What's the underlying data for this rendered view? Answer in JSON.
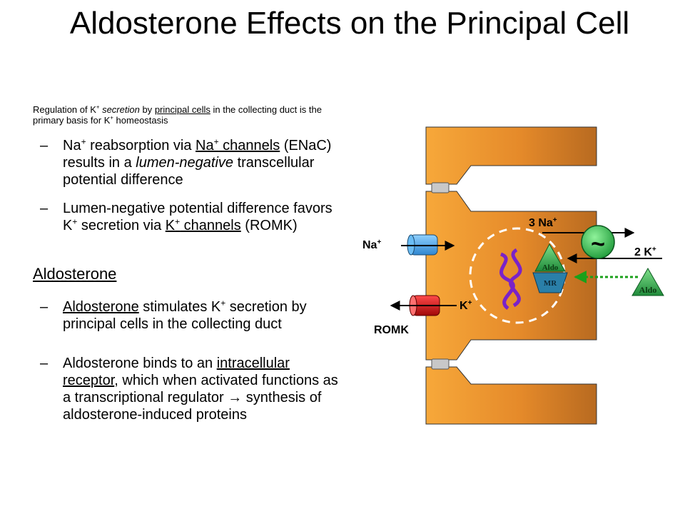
{
  "title": "Aldosterone Effects on the Principal Cell",
  "intro": {
    "p1": "Regulation of K",
    "sup1": "+",
    "p2": " secretion",
    "p3": " by ",
    "p4": "principal cells",
    "p5": " in the collecting duct is the primary basis for K",
    "sup2": "+",
    "p6": " homeostasis"
  },
  "bullet1": {
    "dash": "–",
    "p1": "Na",
    "s1": "+",
    "p2": " reabsorption via ",
    "p3": "Na",
    "s2": "+",
    "p4": " channels",
    "p5": " (ENaC) results in a ",
    "p6": "lumen-negative",
    "p7": " transcellular potential difference"
  },
  "bullet2": {
    "dash": "–",
    "p1": "Lumen-negative potential difference favors K",
    "s1": "+",
    "p2": " secretion via ",
    "p3": "K",
    "s2": "+",
    "p4": " channels",
    "p5": " (ROMK)"
  },
  "heading": "Aldosterone",
  "bullet3": {
    "dash": "–",
    "p1": "Aldosterone",
    "p2": " stimulates K",
    "s1": "+",
    "p3": " secretion by principal cells in the collecting duct"
  },
  "bullet4": {
    "dash": "–",
    "p1": "Aldosterone binds to an ",
    "p2": "intracellular",
    "p3": " ",
    "p4": "receptor",
    "p5": ", which when activated functions as a transcriptional regulator ",
    "arrow": "→",
    "p6": " synthesis of aldosterone-induced proteins"
  },
  "diagram": {
    "na_channel": "Na",
    "k_channel": "K",
    "plus": "+",
    "romk": "ROMK",
    "pump_na": "3 Na",
    "pump_k": "2 K",
    "pump_symbol": "~",
    "aldo_inside": "Aldo",
    "mr": "MR",
    "aldo_outside": "Aldo"
  },
  "colors": {
    "cell_light": "#f7a83a",
    "cell_dark": "#b86a20",
    "na_channel": "#4aa3e8",
    "k_channel": "#cc1010",
    "pump": "#2eb850",
    "aldo": "#29a84a",
    "mr": "#2a7fa8",
    "dna": "#7a22c8",
    "arrow_green": "#1aa01a"
  }
}
